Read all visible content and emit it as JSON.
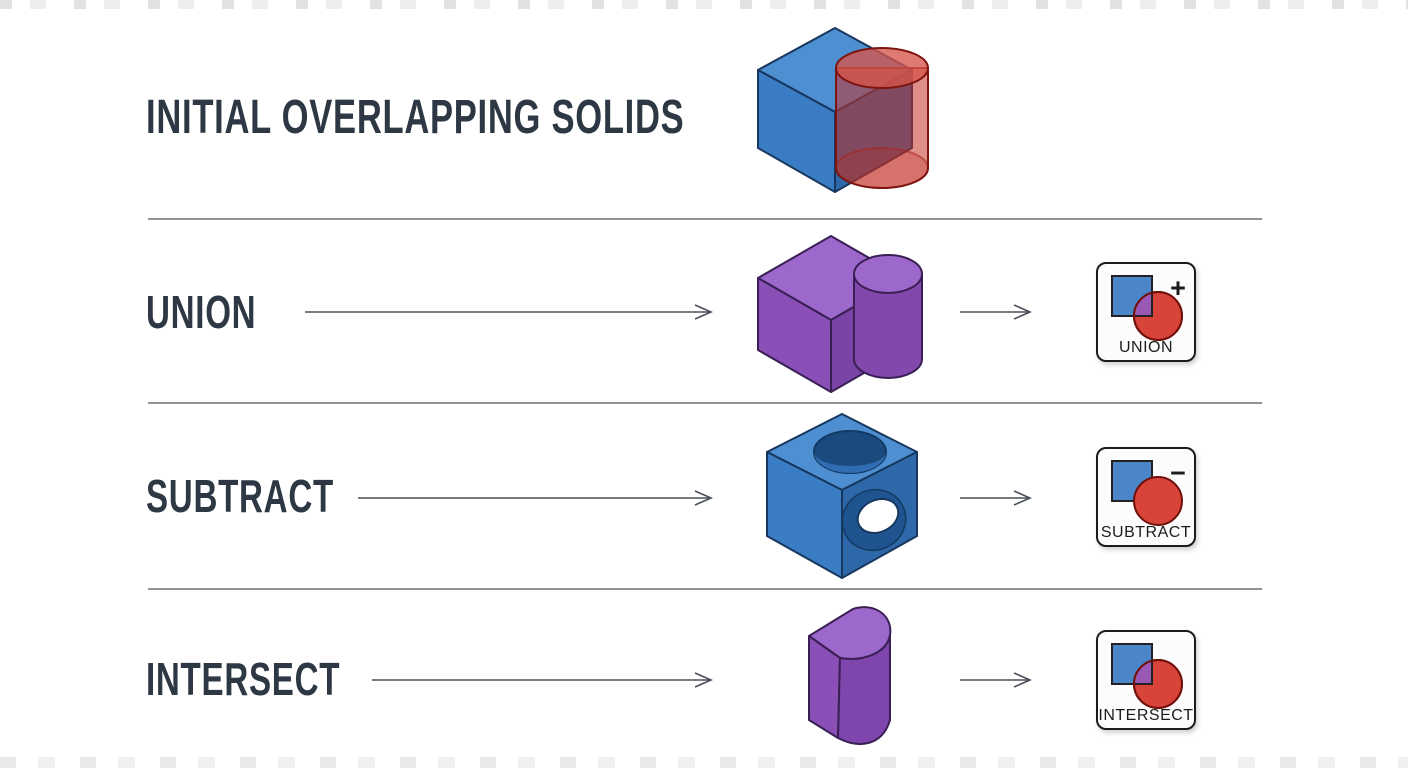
{
  "title": "INITIAL OVERLAPPING SOLIDS",
  "rows": [
    {
      "label": "UNION",
      "figure": "purple-cube-cylinder-union-solid",
      "badge": {
        "operator": "+",
        "label": "UNION"
      }
    },
    {
      "label": "SUBTRACT",
      "figure": "blue-cube-with-cylindrical-hole-solid",
      "badge": {
        "operator": "−",
        "label": "SUBTRACT"
      }
    },
    {
      "label": "INTERSECT",
      "figure": "purple-cube-cylinder-intersection-solid",
      "badge": {
        "operator": "",
        "label": "INTERSECT"
      }
    }
  ],
  "initial_figure": "blue-cube-overlapping-translucent-red-cylinder",
  "colors": {
    "cube_blue": "#3b7dc4",
    "cube_blue_top": "#4e8fd2",
    "cube_blue_dark": "#2e68a8",
    "cylinder_red": "#c63226",
    "result_purple": "#8a50b8",
    "result_purple_top": "#9d68cc",
    "result_purple_dark": "#7a43a6",
    "label_text": "#2d3844",
    "divider_gray": "#8e939a",
    "arrow_gray": "#4a4f57",
    "badge_border": "#1b1b1b",
    "badge_square_blue": "#4a86c8",
    "badge_circle_red": "#d8443a",
    "badge_overlap_purple": "#9b59b6"
  }
}
